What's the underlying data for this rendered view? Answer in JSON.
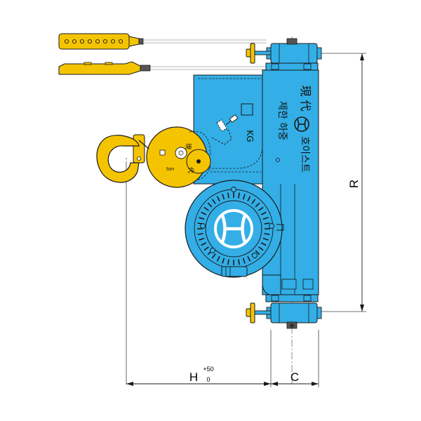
{
  "colors": {
    "hoist_body": "#33aee6",
    "hook_yellow": "#f5c400",
    "outline": "#1a1a1a",
    "gray": "#b8b8b8",
    "background": "#ffffff"
  },
  "body_text": {
    "maker_top": "現 代",
    "maker_logo": "H",
    "hoist_word": "호이스트",
    "capacity_box": "",
    "capacity_unit": "KG",
    "limit_load": "제한 하중"
  },
  "sheave_text": {
    "left": "現",
    "right": "代",
    "ton": "ton"
  },
  "dimensions": {
    "r_label": "R",
    "h_label": "H",
    "h_tol_upper": "+50",
    "h_tol_lower": "0",
    "c_label": "C"
  },
  "icons": {
    "logo": "hyundai-h-logo-icon",
    "hook": "crane-hook-icon",
    "pendant": "pendant-switch-icon",
    "trolley_wheel": "trolley-wheel-icon",
    "gear": "drum-gear-icon"
  }
}
